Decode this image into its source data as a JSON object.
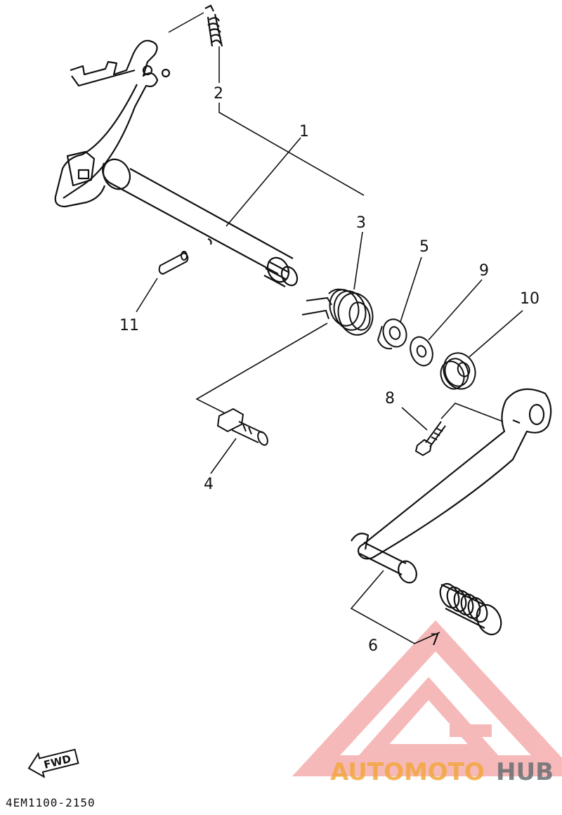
{
  "diagram": {
    "part_code": "4EM1100-2150",
    "fwd_label": "FWD",
    "callouts": [
      "1",
      "2",
      "3",
      "4",
      "5",
      "6",
      "7",
      "8",
      "9",
      "10",
      "11"
    ]
  },
  "watermark": {
    "word_orange": "AUTOMOTO",
    "word_grey": "HUB",
    "colors": {
      "triangle": "#f08080",
      "orange": "#f3a73e",
      "grey": "#6b6f74"
    }
  }
}
